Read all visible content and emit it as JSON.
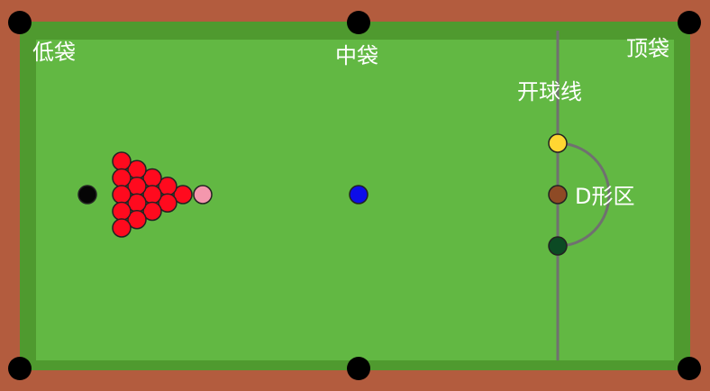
{
  "colors": {
    "rail": "#b35c3e",
    "cushion": "#4f9a2f",
    "cloth": "#62b843",
    "baulk_line": "#707070",
    "pocket": "#000000",
    "ball_outline": "#222222"
  },
  "labels": {
    "bottom_pocket": "低袋",
    "middle_pocket": "中袋",
    "top_pocket": "顶袋",
    "baulk_line": "开球线",
    "d_zone": "D形区"
  },
  "balls": {
    "black": "#050505",
    "pink": "#f497ad",
    "blue": "#0d0de8",
    "yellow": "#ffd632",
    "brown": "#8e4a25",
    "green": "#0c4a24",
    "red": "#ff0a1e",
    "red_count": 15
  }
}
